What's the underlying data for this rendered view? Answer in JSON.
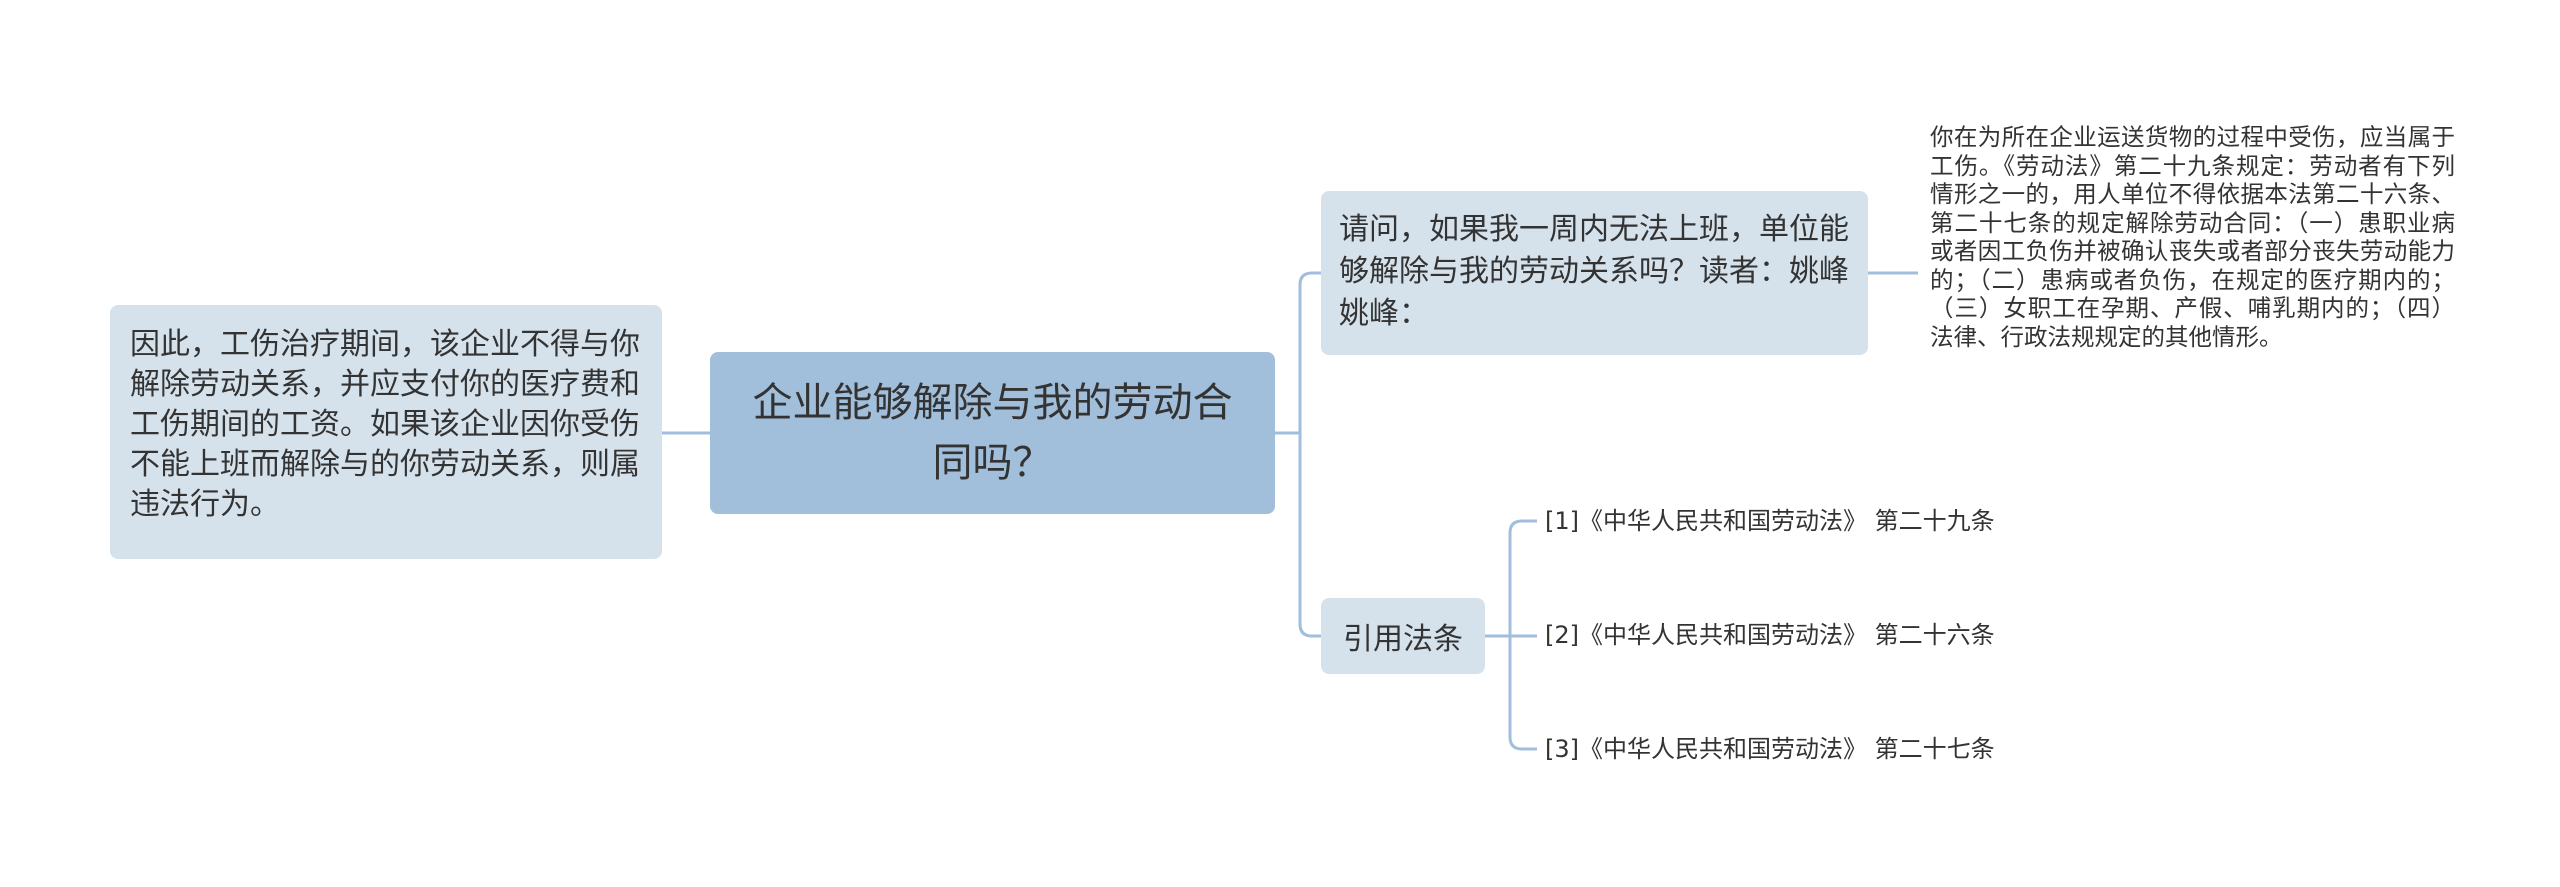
{
  "root": {
    "title": "企业能够解除与我的劳动合同吗？"
  },
  "left": {
    "text": "因此，工伤治疗期间，该企业不得与你解除劳动关系，并应支付你的医疗费和工伤期间的工资。如果该企业因你受伤不能上班而解除与的你劳动关系，则属违法行为。"
  },
  "question": {
    "text": "请问，如果我一周内无法上班，单位能够解除与我的劳动关系吗？读者：姚峰姚峰：",
    "answer": "你在为所在企业运送货物的过程中受伤，应当属于工伤。《劳动法》第二十九条规定：劳动者有下列情形之一的，用人单位不得依据本法第二十六条、第二十七条的规定解除劳动合同：（一）患职业病或者因工负伤并被确认丧失或者部分丧失劳动能力的；（二）患病或者负伤，在规定的医疗期内的；（三）女职工在孕期、产假、哺乳期内的；（四）法律、行政法规规定的其他情形。"
  },
  "references": {
    "label": "引用法条",
    "items": [
      "[1]《中华人民共和国劳动法》 第二十九条",
      "[2]《中华人民共和国劳动法》 第二十六条",
      "[3]《中华人民共和国劳动法》 第二十七条"
    ]
  },
  "colors": {
    "root_fill": "#a1bedb",
    "node_fill": "#d5e2ec",
    "connector": "#a1bedb",
    "text": "#333333"
  }
}
